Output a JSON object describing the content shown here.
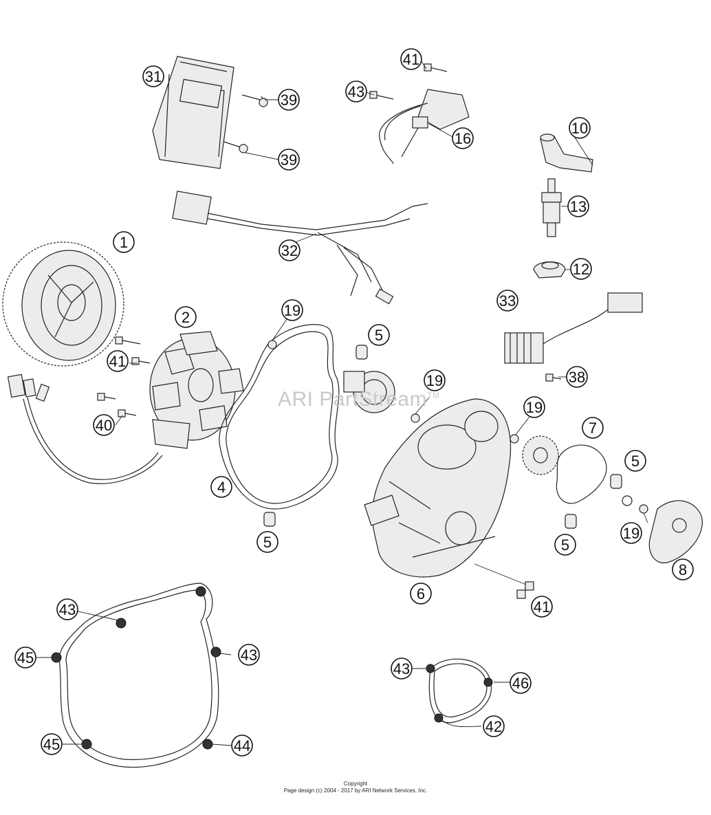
{
  "callouts": [
    {
      "id": "c31",
      "label": "31"
    },
    {
      "id": "c39a",
      "label": "39"
    },
    {
      "id": "c39b",
      "label": "39"
    },
    {
      "id": "c41a",
      "label": "41"
    },
    {
      "id": "c43a",
      "label": "43"
    },
    {
      "id": "c16",
      "label": "16"
    },
    {
      "id": "c10",
      "label": "10"
    },
    {
      "id": "c13",
      "label": "13"
    },
    {
      "id": "c12",
      "label": "12"
    },
    {
      "id": "c1",
      "label": "1"
    },
    {
      "id": "c32",
      "label": "32"
    },
    {
      "id": "c2",
      "label": "2"
    },
    {
      "id": "c19a",
      "label": "19"
    },
    {
      "id": "c5a",
      "label": "5"
    },
    {
      "id": "c33",
      "label": "33"
    },
    {
      "id": "c41b",
      "label": "41"
    },
    {
      "id": "c19b",
      "label": "19"
    },
    {
      "id": "c38",
      "label": "38"
    },
    {
      "id": "c40",
      "label": "40"
    },
    {
      "id": "c19c",
      "label": "19"
    },
    {
      "id": "c7",
      "label": "7"
    },
    {
      "id": "c5b",
      "label": "5"
    },
    {
      "id": "c4",
      "label": "4"
    },
    {
      "id": "c5c",
      "label": "5"
    },
    {
      "id": "c19d",
      "label": "19"
    },
    {
      "id": "c5d",
      "label": "5"
    },
    {
      "id": "c8",
      "label": "8"
    },
    {
      "id": "c6",
      "label": "6"
    },
    {
      "id": "c41c",
      "label": "41"
    },
    {
      "id": "c43b",
      "label": "43"
    },
    {
      "id": "c45a",
      "label": "45"
    },
    {
      "id": "c43c",
      "label": "43"
    },
    {
      "id": "c43d",
      "label": "43"
    },
    {
      "id": "c46",
      "label": "46"
    },
    {
      "id": "c42",
      "label": "42"
    },
    {
      "id": "c45b",
      "label": "45"
    },
    {
      "id": "c44",
      "label": "44"
    }
  ],
  "watermark": {
    "text": "ARI PartStream",
    "trademark": "TM"
  },
  "footer": {
    "copyright": "Copyright",
    "page_design": "Page design (c) 2004 - 2017 by ARI Network Services, Inc."
  }
}
